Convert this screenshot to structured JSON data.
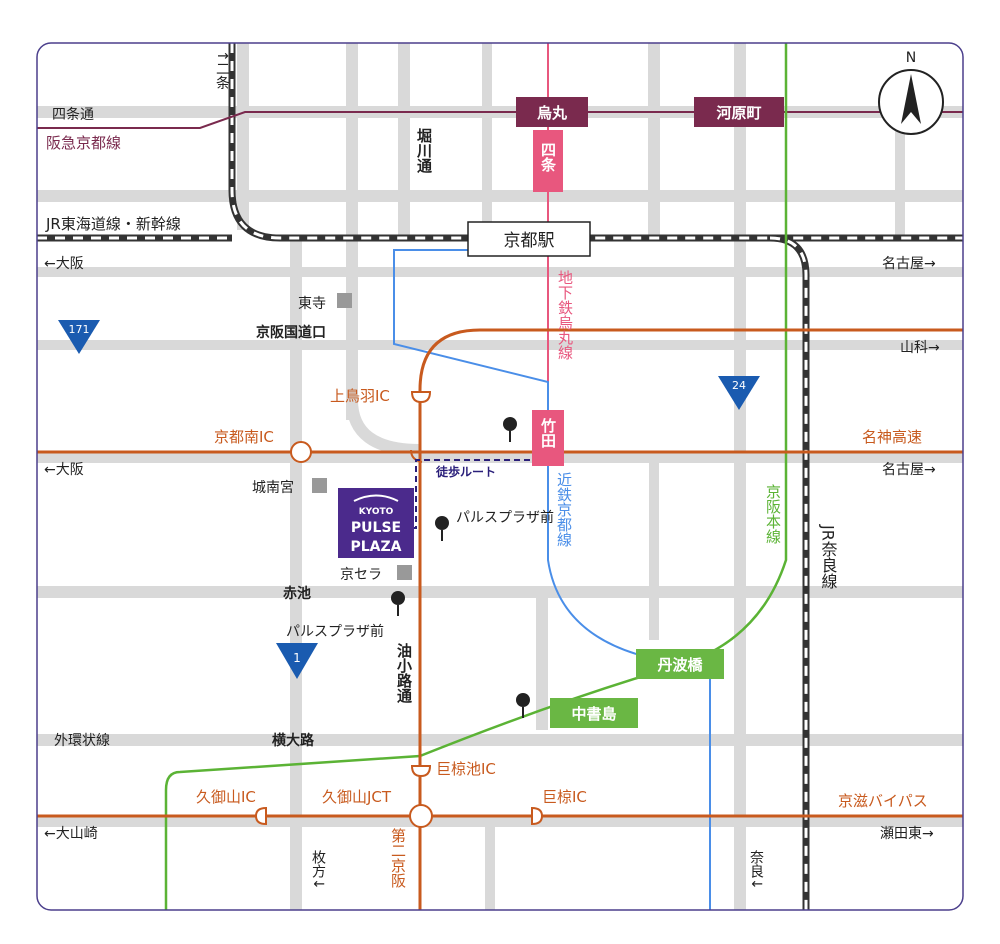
{
  "colors": {
    "frame": "#4b3f8c",
    "street": "#d9d9d9",
    "street_light": "#e4e4e4",
    "expressway": "#c85a1e",
    "hankyu": "#7a2a4e",
    "subway": "#e8577e",
    "kintetsu": "#4a8ee8",
    "keihan": "#5bb335",
    "jr": "#333333",
    "route_sign": "#1a5bb0",
    "logo_bg": "#4b2a8c",
    "walk": "#2a1f7a",
    "text": "#222222",
    "orange_text": "#c85a1e"
  },
  "compass": {
    "letter": "N"
  },
  "streets": {
    "shijo_dori": "四条通",
    "horikawa_dori": "堀川通",
    "aburanokoji_dori": "油小路通",
    "gaikan_line": "外環状線",
    "yokooji": "横大路",
    "akaike": "赤池",
    "keihan_kokudo_guchi": "京阪国道口",
    "nijo_arrow": "↑二条"
  },
  "railways": {
    "hankyu": "阪急京都線",
    "jr_tokaido": "JR東海道線・新幹線",
    "subway_shijo": "四条",
    "subway_karasuma": "地下鉄烏丸線",
    "kintetsu": "近鉄京都線",
    "keihan": "京阪本線",
    "jr_nara": "JR奈良線"
  },
  "stations": {
    "karasuma": "烏丸",
    "kawaramachi": "河原町",
    "kyoto": "京都駅",
    "takeda": "竹田",
    "tambabashi": "丹波橋",
    "chushojima": "中書島"
  },
  "expressways": {
    "kamitoba_ic": "上鳥羽IC",
    "kyoto_minami_ic": "京都南IC",
    "meishin": "名神高速",
    "ogurachi_ic": "巨椋池IC",
    "kumiyama_ic": "久御山IC",
    "kumiyama_jct": "久御山JCT",
    "ogura_ic": "巨椋IC",
    "keiji_bypass": "京滋バイパス",
    "daini_keihan": "第二京阪"
  },
  "directions": {
    "osaka_1": "←大阪",
    "nagoya_1": "名古屋→",
    "yamashina": "山科→",
    "osaka_2": "←大阪",
    "nagoya_2": "名古屋→",
    "oyamazaki": "←大山崎",
    "setahigashi": "瀬田東→",
    "hirakata": "枚方↓",
    "nara": "奈良↓"
  },
  "routes": {
    "r171": "171",
    "r24": "24",
    "r1": "1"
  },
  "landmarks": {
    "toji": "東寺",
    "jonangu": "城南宮",
    "kyocera": "京セラ",
    "walk_route": "徒歩ルート",
    "bus_stop_1": "パルスプラザ前",
    "bus_stop_2": "パルスプラザ前"
  },
  "logo": {
    "line1": "KYOTO",
    "line2": "PULSE",
    "line3": "PLAZA"
  }
}
